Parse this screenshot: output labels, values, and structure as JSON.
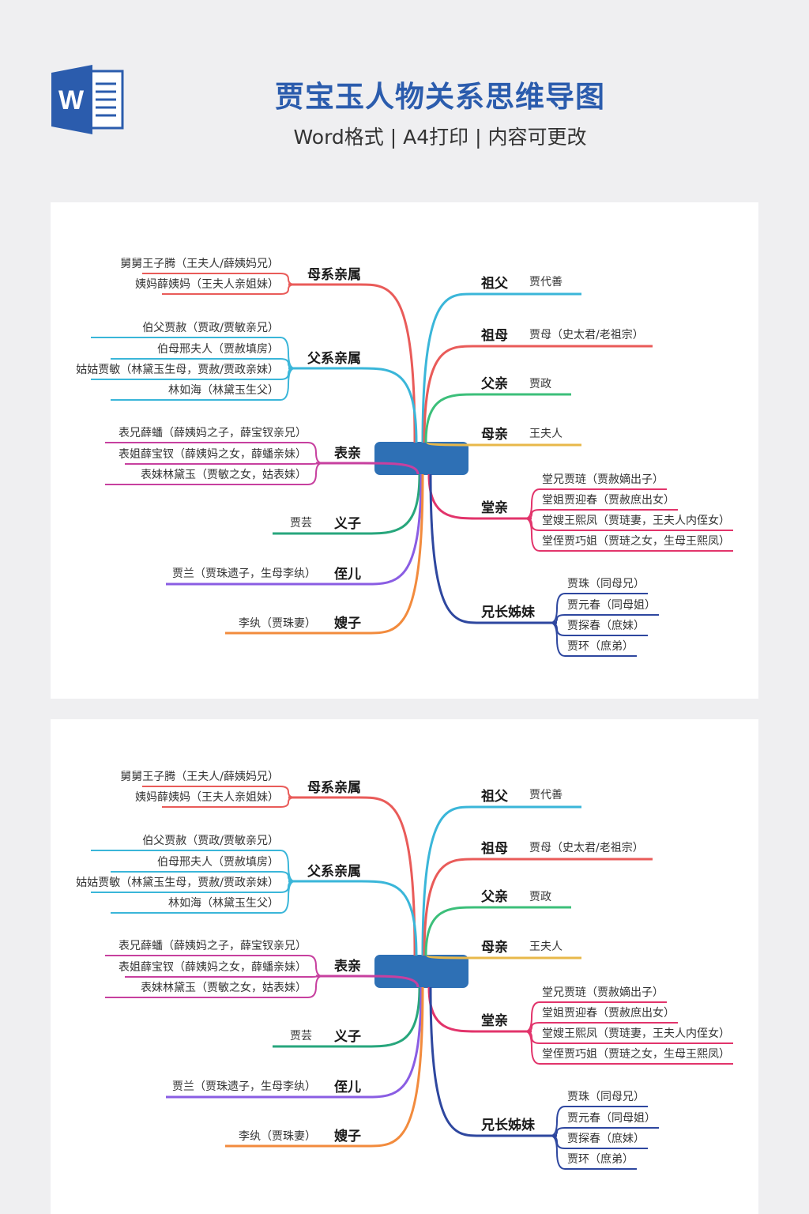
{
  "header": {
    "title": "贾宝玉人物关系思维导图",
    "subtitle": "Word格式 | A4打印 | 内容可更改",
    "icon": "word-document-icon",
    "icon_letter": "W",
    "accent": "#2b5cad"
  },
  "mindmap": {
    "center_color": "#2e70b5",
    "left": [
      {
        "label": "母系亲属",
        "color": "#e95b59",
        "children": [
          "舅舅王子腾（王夫人/薛姨妈兄）",
          "姨妈薛姨妈（王夫人亲姐妹）"
        ]
      },
      {
        "label": "父系亲属",
        "color": "#3ab6d9",
        "children": [
          "伯父贾赦（贾政/贾敏亲兄）",
          "伯母邢夫人（贾赦填房）",
          "姑姑贾敏（林黛玉生母，贾赦/贾政亲妹）",
          "林如海（林黛玉生父）"
        ]
      },
      {
        "label": "表亲",
        "color": "#c7409f",
        "children": [
          "表兄薛蟠（薛姨妈之子，薛宝钗亲兄）",
          "表姐薛宝钗（薛姨妈之女，薛蟠亲妹）",
          "表妹林黛玉（贾敏之女，姑表妹）"
        ]
      },
      {
        "label": "义子",
        "color": "#27a67c",
        "children": [
          "贾芸"
        ]
      },
      {
        "label": "侄儿",
        "color": "#8a5de3",
        "children": [
          "贾兰（贾珠遗子，生母李纨）"
        ]
      },
      {
        "label": "嫂子",
        "color": "#f28b3d",
        "children": [
          "李纨（贾珠妻）"
        ]
      }
    ],
    "right": [
      {
        "label": "祖父",
        "color": "#3ab6d9",
        "children": [
          "贾代善"
        ]
      },
      {
        "label": "祖母",
        "color": "#e95b59",
        "children": [
          "贾母（史太君/老祖宗）"
        ]
      },
      {
        "label": "父亲",
        "color": "#3cbf7a",
        "children": [
          "贾政"
        ]
      },
      {
        "label": "母亲",
        "color": "#e8b84a",
        "children": [
          "王夫人"
        ]
      },
      {
        "label": "堂亲",
        "color": "#e2346b",
        "children": [
          "堂兄贾琏（贾赦嫡出子）",
          "堂姐贾迎春（贾赦庶出女）",
          "堂嫂王熙凤（贾琏妻，王夫人内侄女）",
          "堂侄贾巧姐（贾琏之女，生母王熙凤）"
        ]
      },
      {
        "label": "兄长姊妹",
        "color": "#2e479f",
        "children": [
          "贾珠（同母兄）",
          "贾元春（同母姐）",
          "贾探春（庶妹）",
          "贾环（庶弟）"
        ]
      }
    ]
  }
}
